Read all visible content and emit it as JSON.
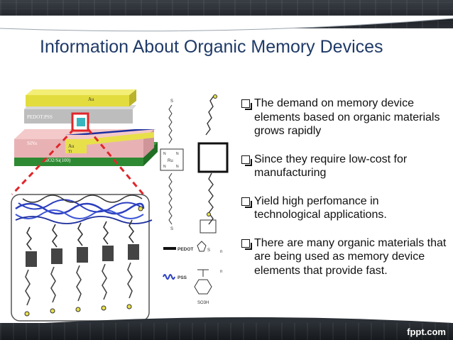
{
  "title": "Information About Organic Memory Devices",
  "bullets": [
    "The demand on memory device elements based on organic materials grows rapidly",
    "Since they require low-cost for manufacturing",
    " Yield high perfomance in technological applications.",
    "There are many organic materials that are being used as memory device elements that provide fast."
  ],
  "figure": {
    "layer_labels": {
      "au_top": "Au",
      "pedot_pss": "PEDOT:PSS",
      "sinx": "SiNx",
      "au_bottom": "Au",
      "ti": "Ti",
      "substrate": "SiO2/Si(100)"
    },
    "legend": {
      "pedot_label": "PEDOT",
      "pss_label": "PSS",
      "so3h": "SO3H",
      "s_atom": "S",
      "n_sub": "n"
    },
    "porphyrin_atoms": {
      "ru": "Ru",
      "n": "N"
    }
  },
  "footer": {
    "brand": "fppt.com"
  },
  "colors": {
    "title": "#1f3a68",
    "gold_layer": "#e8e04a",
    "pink_layer": "#e9b7b9",
    "green_layer": "#2e9a3a",
    "polymer_blue": "#2b3fbf",
    "highlight_red": "#e0262a"
  }
}
